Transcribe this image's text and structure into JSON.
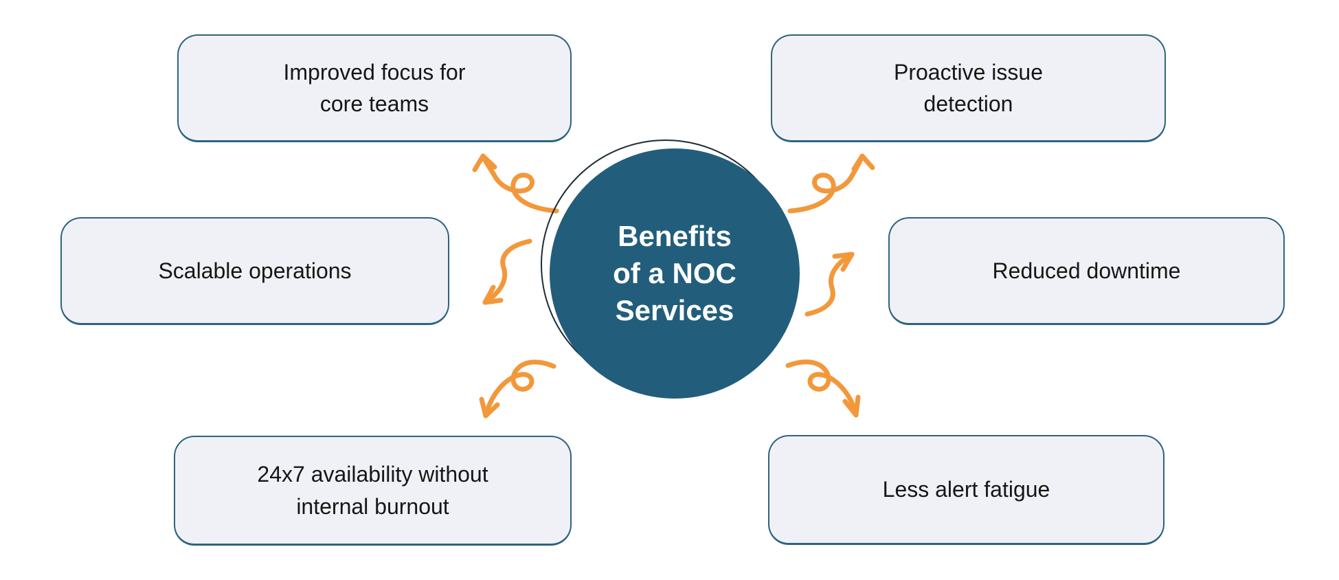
{
  "diagram": {
    "title": "Benefits of a NOC Services",
    "center": {
      "title_lines": [
        "Benefits",
        "of a NOC",
        "Services"
      ]
    },
    "boxes": {
      "top_left": {
        "label": "Improved focus for core teams",
        "lines": [
          "Improved focus for",
          "core teams"
        ]
      },
      "top_right": {
        "label": "Proactive issue detection",
        "lines": [
          "Proactive issue",
          "detection"
        ]
      },
      "mid_left": {
        "label": "Scalable operations",
        "lines": [
          "Scalable operations"
        ]
      },
      "mid_right": {
        "label": "Reduced downtime",
        "lines": [
          "Reduced downtime"
        ]
      },
      "bottom_left": {
        "label": "24x7 availability without internal burnout",
        "lines": [
          "24x7 availability without",
          "internal burnout"
        ]
      },
      "bottom_right": {
        "label": "Less alert fatigue",
        "lines": [
          "Less alert fatigue"
        ]
      }
    },
    "colors": {
      "background": "#FFFFFF",
      "circle_fill": "#225E7C",
      "circle_text": "#FFFFFF",
      "circle_outline": "#1C2B33",
      "box_background": "#F0F1F6",
      "box_border": "#2D6382",
      "box_text": "#161616",
      "arrow": "#F2983B"
    }
  }
}
